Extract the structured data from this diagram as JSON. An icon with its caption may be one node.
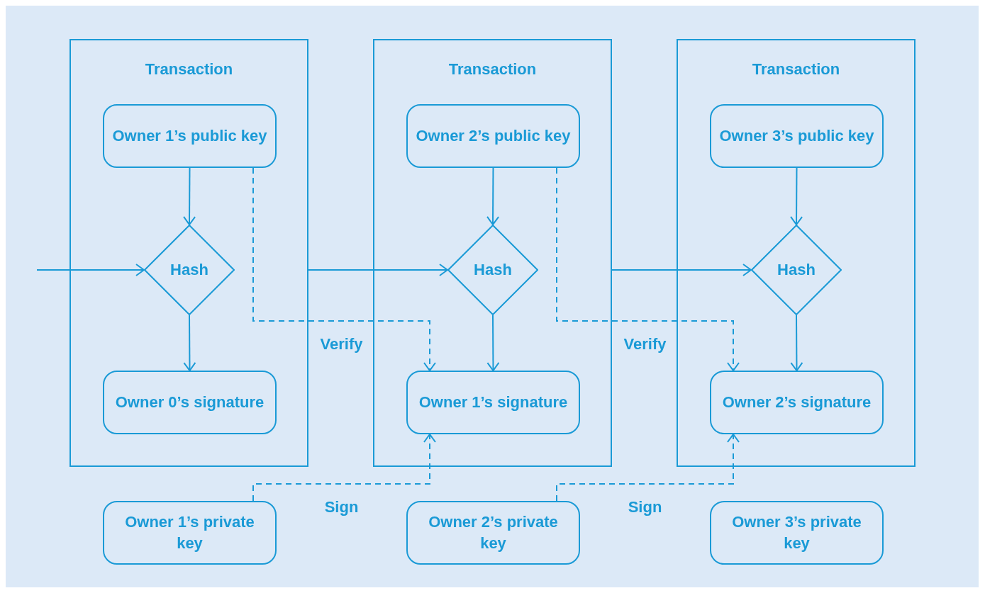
{
  "diagram": {
    "nodes": [
      {
        "text": [
          "Transaction"
        ]
      },
      {
        "text": [
          "Owner 1’s public key"
        ],
        "in": 0
      },
      {
        "text": [
          "Hash"
        ],
        "in": 0
      },
      {
        "text": [
          "Owner 0’s signature"
        ],
        "in": 0
      },
      {
        "text": [
          "Transaction"
        ]
      },
      {
        "text": [
          "Owner 2’s public key"
        ],
        "in": 4
      },
      {
        "text": [
          "Hash"
        ],
        "in": 4
      },
      {
        "text": [
          "Owner 1’s signature"
        ],
        "in": 4
      },
      {
        "text": [
          "Transaction"
        ]
      },
      {
        "text": [
          "Owner 3’s public key"
        ],
        "in": 8
      },
      {
        "text": [
          "Hash"
        ],
        "in": 8
      },
      {
        "text": [
          "Owner 2’s signature"
        ],
        "in": 8
      },
      {
        "text": [
          "Owner 1’s private key"
        ]
      },
      {
        "text": [
          "Owner 2’s private key"
        ]
      },
      {
        "text": [
          "Owner 3’s private key"
        ]
      }
    ],
    "edges": [
      {
        "from": null,
        "to": 2,
        "arrow": "to"
      },
      {
        "from": 1,
        "to": 2,
        "arrow": "to"
      },
      {
        "from": 2,
        "to": 3,
        "arrow": "to"
      },
      {
        "from": 0,
        "to": 6,
        "arrow": "to"
      },
      {
        "from": 5,
        "to": 6,
        "arrow": "to"
      },
      {
        "from": 6,
        "to": 7,
        "arrow": "to"
      },
      {
        "from": 1,
        "to": 7,
        "arrow": "to",
        "label": "Verify",
        "style": "dashed"
      },
      {
        "from": 12,
        "to": 7,
        "arrow": "to",
        "label": "Sign",
        "style": "dashed"
      },
      {
        "from": 4,
        "to": 10,
        "arrow": "to"
      },
      {
        "from": 9,
        "to": 10,
        "arrow": "to"
      },
      {
        "from": 10,
        "to": 11,
        "arrow": "to"
      },
      {
        "from": 5,
        "to": 11,
        "arrow": "to",
        "label": "Verify",
        "style": "dashed"
      },
      {
        "from": 13,
        "to": 11,
        "arrow": "to",
        "label": "Sign",
        "style": "dashed"
      }
    ]
  }
}
